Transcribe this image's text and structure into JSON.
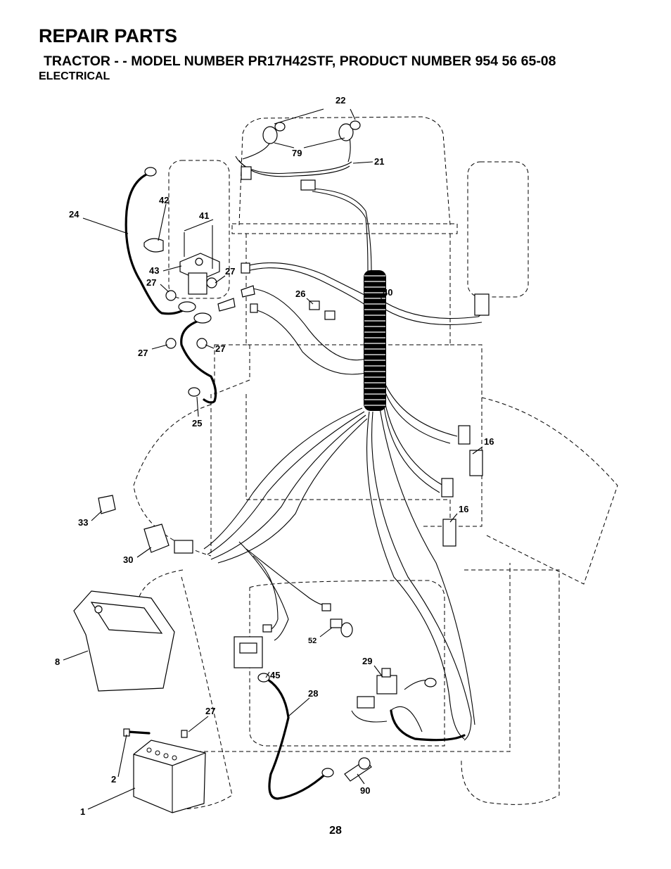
{
  "header": {
    "title": "REPAIR PARTS",
    "subtitle": "TRACTOR - - MODEL NUMBER PR17H42STF, PRODUCT NUMBER 954 56 65-08",
    "section": "ELECTRICAL"
  },
  "callouts": {
    "c22": "22",
    "c79": "79",
    "c21": "21",
    "c42": "42",
    "c41": "41",
    "c24": "24",
    "c43": "43",
    "c27a": "27",
    "c27b": "27",
    "c27c": "27",
    "c27d": "27",
    "c27e": "27",
    "c26": "26",
    "c40": "40",
    "c25": "25",
    "c16a": "16",
    "c16b": "16",
    "c33": "33",
    "c30": "30",
    "c8": "8",
    "c52": "52",
    "c45": "45",
    "c29": "29",
    "c28": "28",
    "c2": "2",
    "c1": "1",
    "c90": "90"
  },
  "footer": {
    "page_number": "28"
  }
}
